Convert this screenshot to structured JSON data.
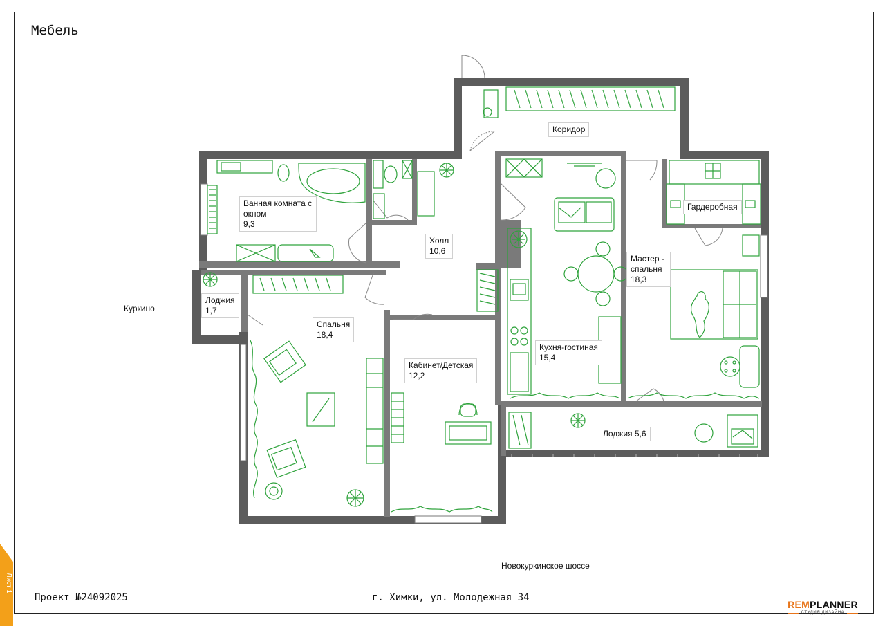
{
  "sheet": {
    "title": "Мебель",
    "project": "Проект №24092025",
    "address": "г. Химки, ул. Молодежная 34",
    "tab": "Лист 1"
  },
  "streets": {
    "west": "Куркино",
    "south": "Новокуркинское шоссе"
  },
  "rooms": {
    "corridor": {
      "name": "Коридор",
      "area": ""
    },
    "bathroom": {
      "name": "Ванная комната с окном",
      "area": "9,3"
    },
    "hall": {
      "name": "Холл",
      "area": "10,6"
    },
    "loggia_small": {
      "name": "Лоджия",
      "area": "1,7"
    },
    "bedroom": {
      "name": "Спальня",
      "area": "18,4"
    },
    "study": {
      "name": "Кабинет/Детская",
      "area": "12,2"
    },
    "kitchen": {
      "name": "Кухня-гостиная",
      "area": "15,4"
    },
    "wardrobe": {
      "name": "Гардеробная",
      "area": ""
    },
    "master": {
      "name": "Мастер - спальня",
      "area": "18,3"
    },
    "loggia_large": {
      "name": "Лоджия 5,6",
      "area": ""
    }
  },
  "logo": {
    "brand_accent": "REM",
    "brand_rest": "PLANNER",
    "tagline": "СТУДИЯ ДИЗАЙНА"
  },
  "colors": {
    "wall": "#555555",
    "furniture": "#2fa33c",
    "accent": "#f3a019"
  }
}
